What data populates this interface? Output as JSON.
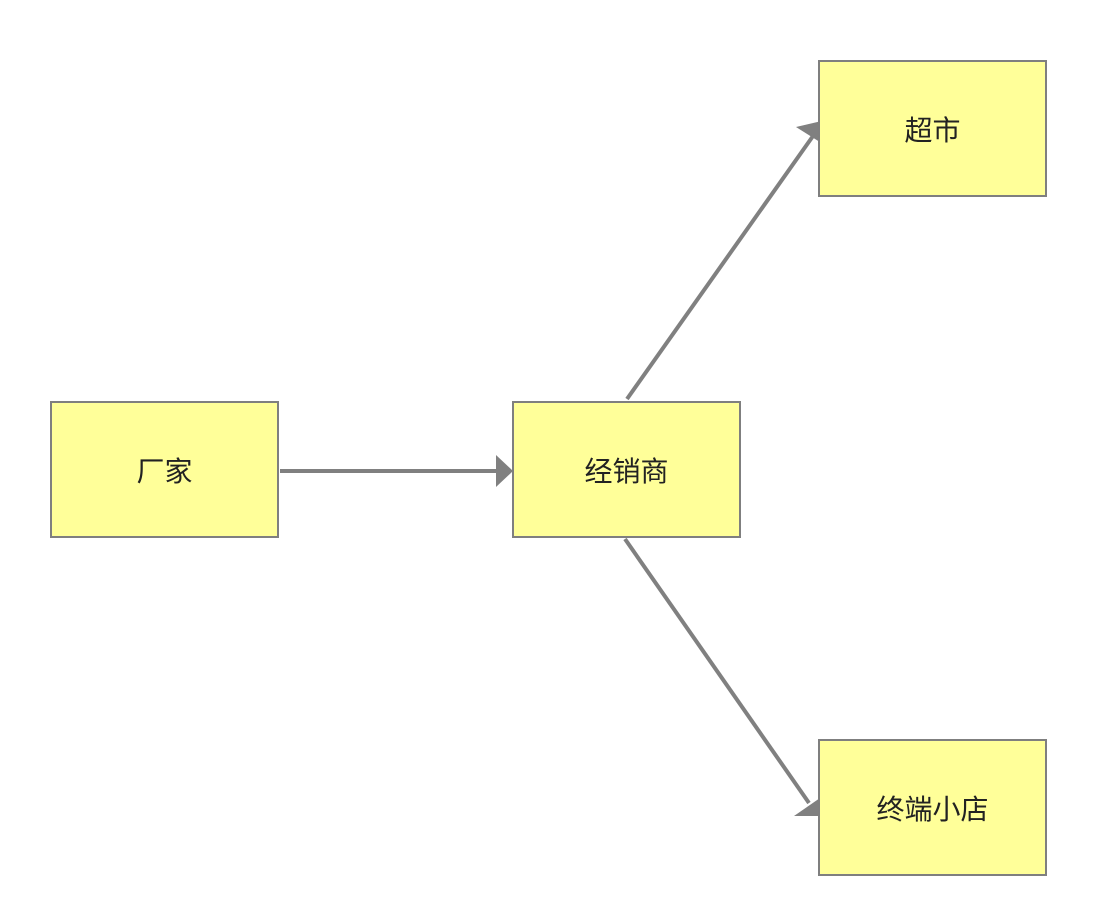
{
  "colors": {
    "node_fill": "#ffff99",
    "node_border": "#7f7f7f",
    "edge": "#808080",
    "text": "#222222"
  },
  "nodes": {
    "manufacturer": {
      "label": "厂家"
    },
    "distributor": {
      "label": "经销商"
    },
    "supermarket": {
      "label": "超市"
    },
    "retail_shop": {
      "label": "终端小店"
    }
  },
  "edges": [
    {
      "from": "manufacturer",
      "to": "distributor"
    },
    {
      "from": "distributor",
      "to": "supermarket"
    },
    {
      "from": "distributor",
      "to": "retail_shop"
    }
  ]
}
